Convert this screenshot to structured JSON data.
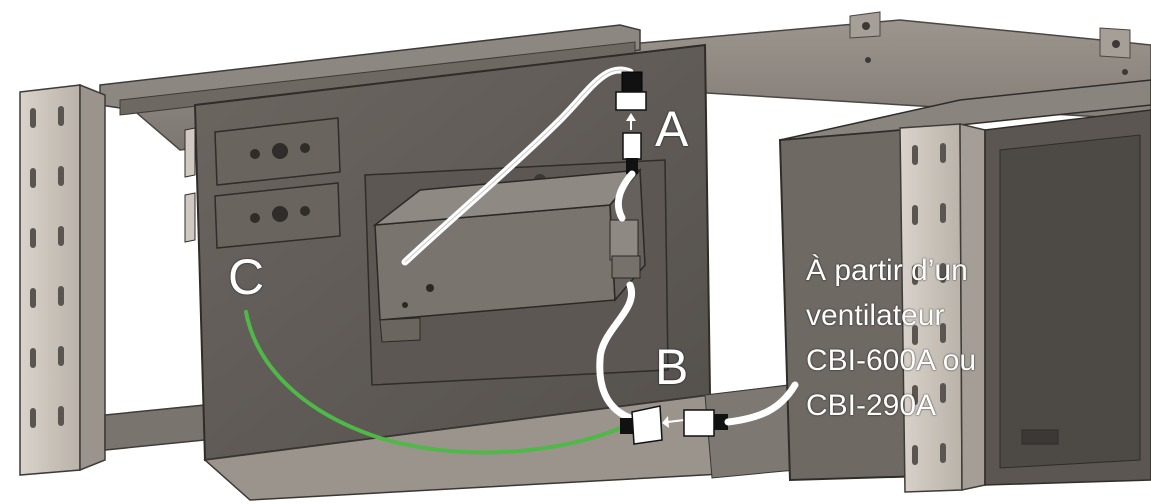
{
  "labels": {
    "a": "A",
    "b": "B",
    "c": "C"
  },
  "callout": {
    "lines": [
      "À partir d’un",
      "ventilateur",
      "CBI-600A ou",
      "CBI-290A"
    ]
  },
  "colors": {
    "panel_dark": "#615c57",
    "panel_mid": "#8c8680",
    "rail": "#cfc9c1",
    "cable_white": "#ffffff",
    "cable_green": "#4fb848"
  }
}
